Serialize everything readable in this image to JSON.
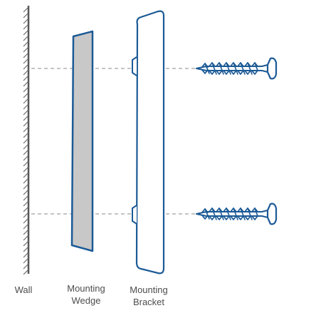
{
  "labels": {
    "wall": "Wall",
    "wedge": [
      "Mounting",
      "Wedge"
    ],
    "bracket": [
      "Mounting",
      "Bracket"
    ]
  },
  "colors": {
    "outline": "#1b5a96",
    "wall_line": "#555555",
    "hatch": "#6b6b6b",
    "wedge_fill": "#c8c8c8",
    "guide_line": "#8a8a8a",
    "label_text": "#4d4d4d"
  },
  "components": [
    "wall",
    "mounting-wedge",
    "mounting-bracket",
    "screw-top",
    "screw-bottom"
  ]
}
